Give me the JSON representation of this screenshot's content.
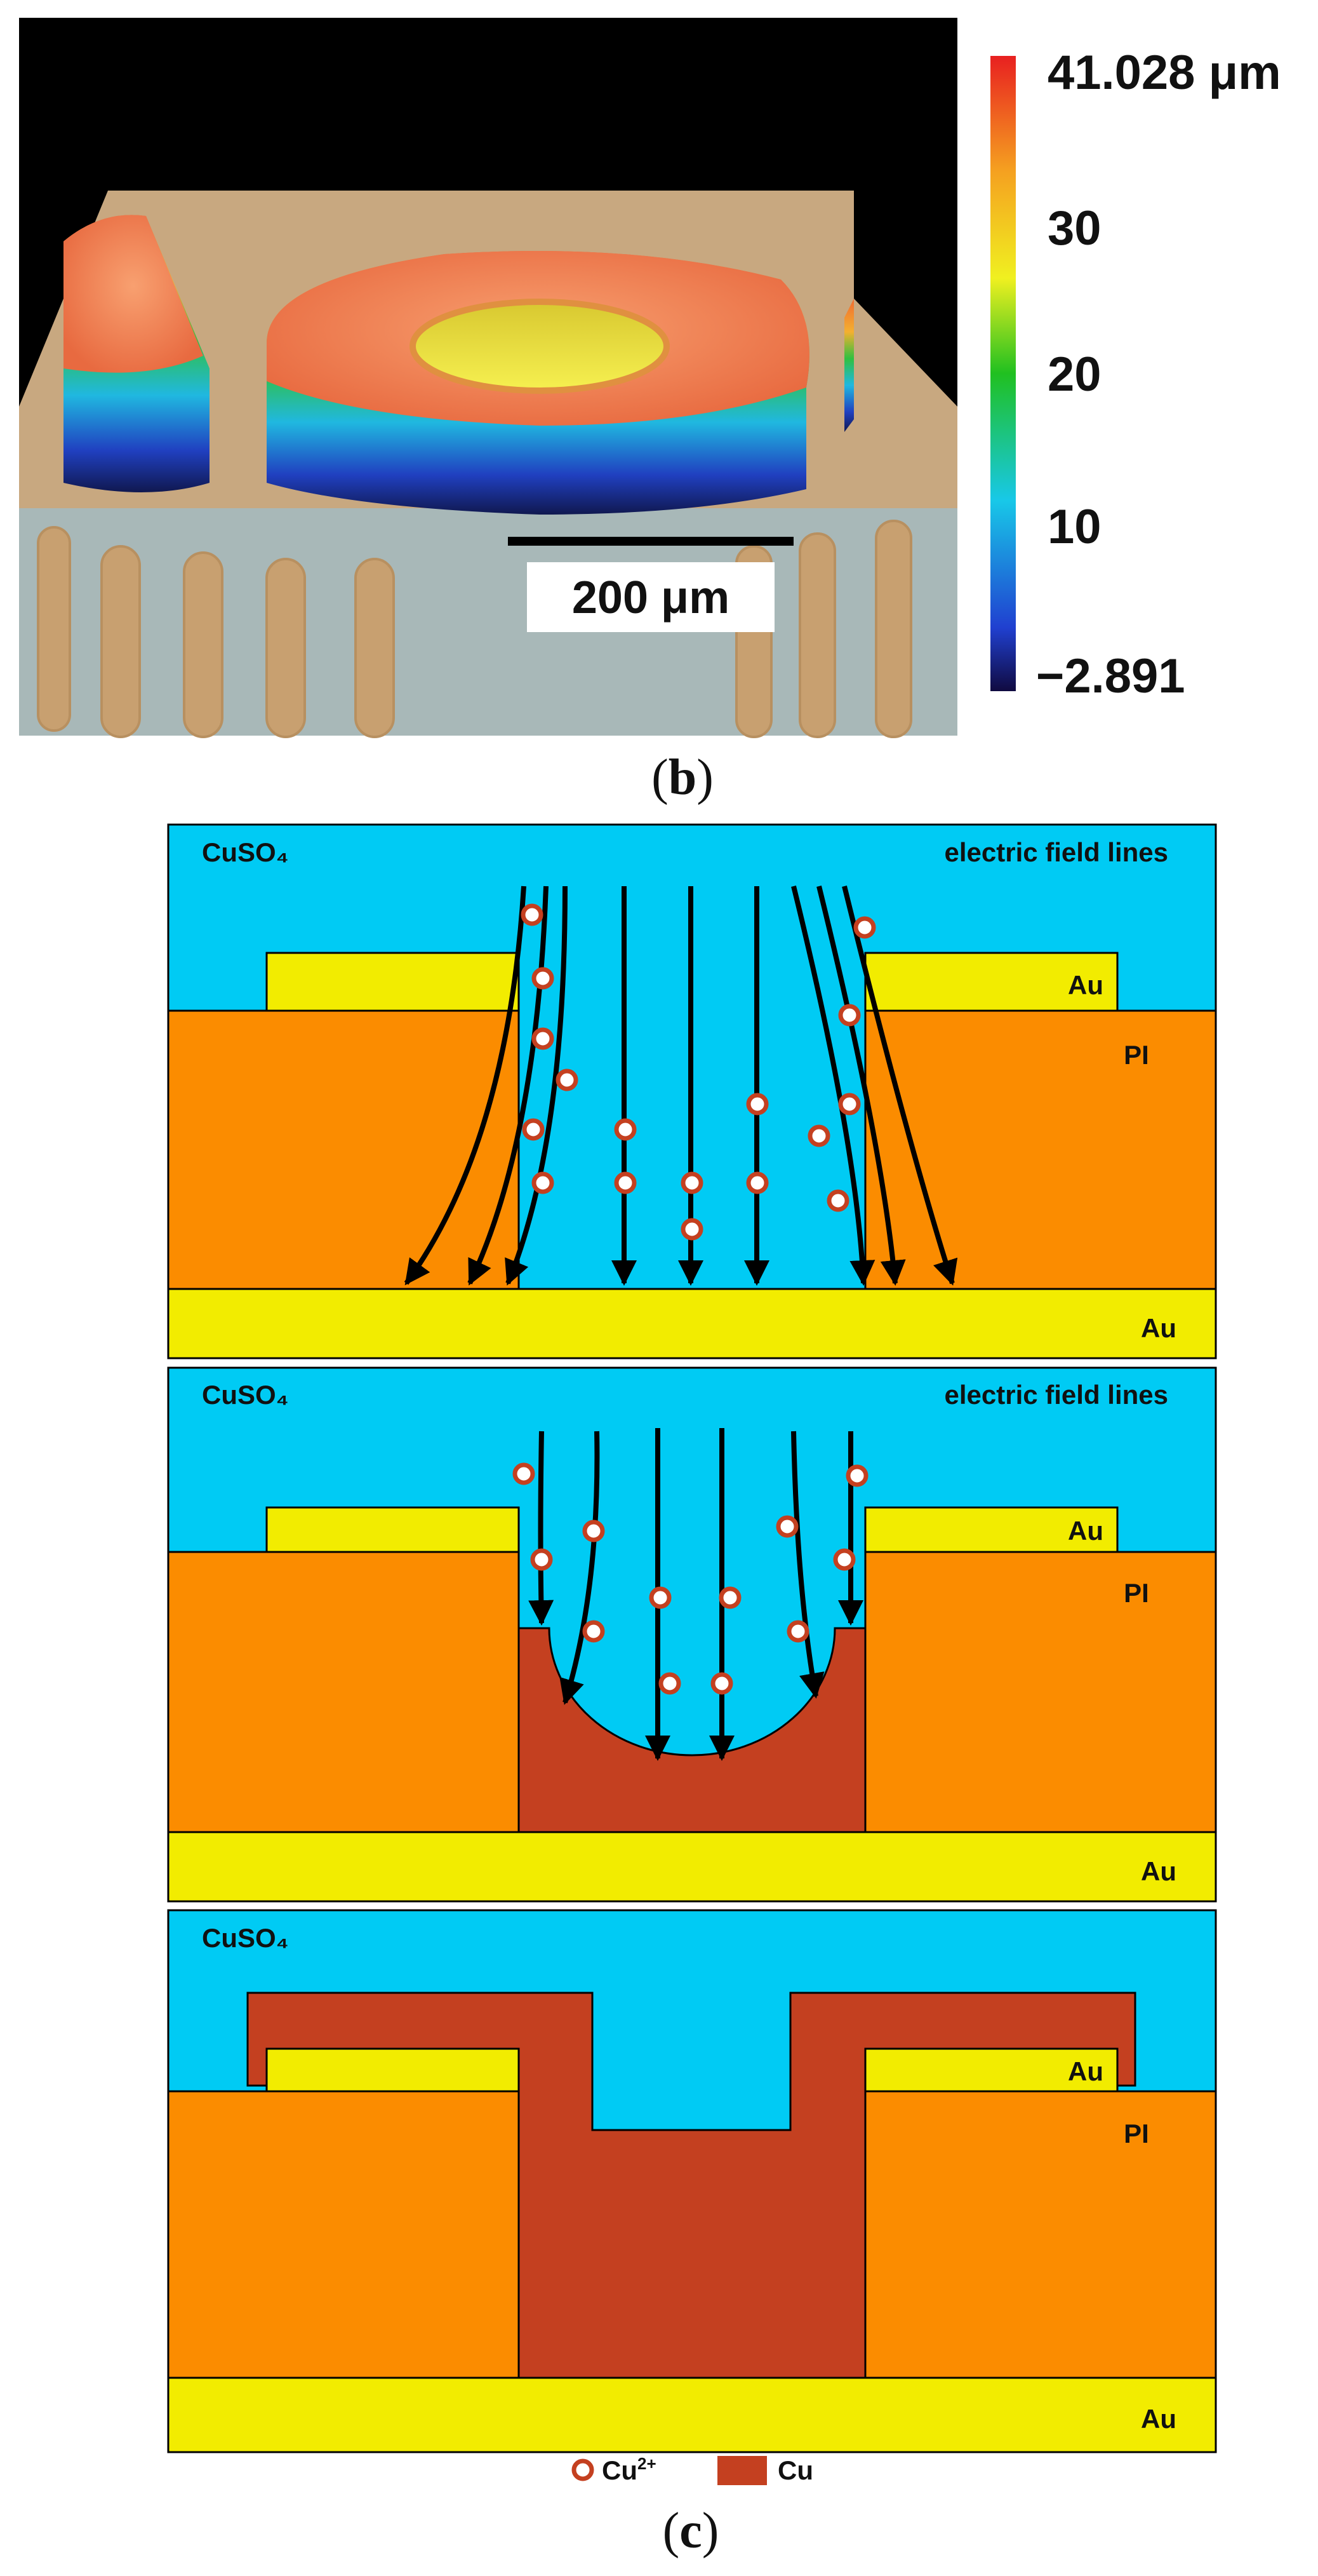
{
  "panel_b": {
    "label_open": "(",
    "label_letter": "b",
    "label_close": ")",
    "scale_bar_label": "200 μm",
    "colorbar": {
      "max_label": "41.028 μm",
      "tick_30": "30",
      "tick_20": "20",
      "tick_10": "10",
      "min_label": "−2.891",
      "max_value": 41.028,
      "min_value": -2.891,
      "colors": [
        "#1a0f5c",
        "#2040d0",
        "#18c8e8",
        "#20c020",
        "#f0f020",
        "#f5a020",
        "#e82020"
      ]
    }
  },
  "panel_c": {
    "label_open": "(",
    "label_letter": "c",
    "label_close": ")",
    "colors": {
      "electrolyte": "#00cbf4",
      "gold": "#f2ec00",
      "polyimide": "#fb8c00",
      "copper": "#c44020",
      "ion_outline": "#c44020"
    },
    "stage_1": {
      "electrolyte_label": "CuSO₄",
      "field_lines_label": "electric field lines",
      "top_gold_label": "Au",
      "polyimide_label": "PI",
      "bottom_gold_label": "Au"
    },
    "stage_2": {
      "electrolyte_label": "CuSO₄",
      "field_lines_label": "electric field lines",
      "top_gold_label": "Au",
      "polyimide_label": "PI",
      "bottom_gold_label": "Au"
    },
    "stage_3": {
      "electrolyte_label": "CuSO₄",
      "top_gold_label": "Au",
      "polyimide_label": "PI",
      "bottom_gold_label": "Au"
    },
    "legend": {
      "ion_label": "Cu",
      "ion_superscript": "2+",
      "copper_label": "Cu"
    }
  }
}
